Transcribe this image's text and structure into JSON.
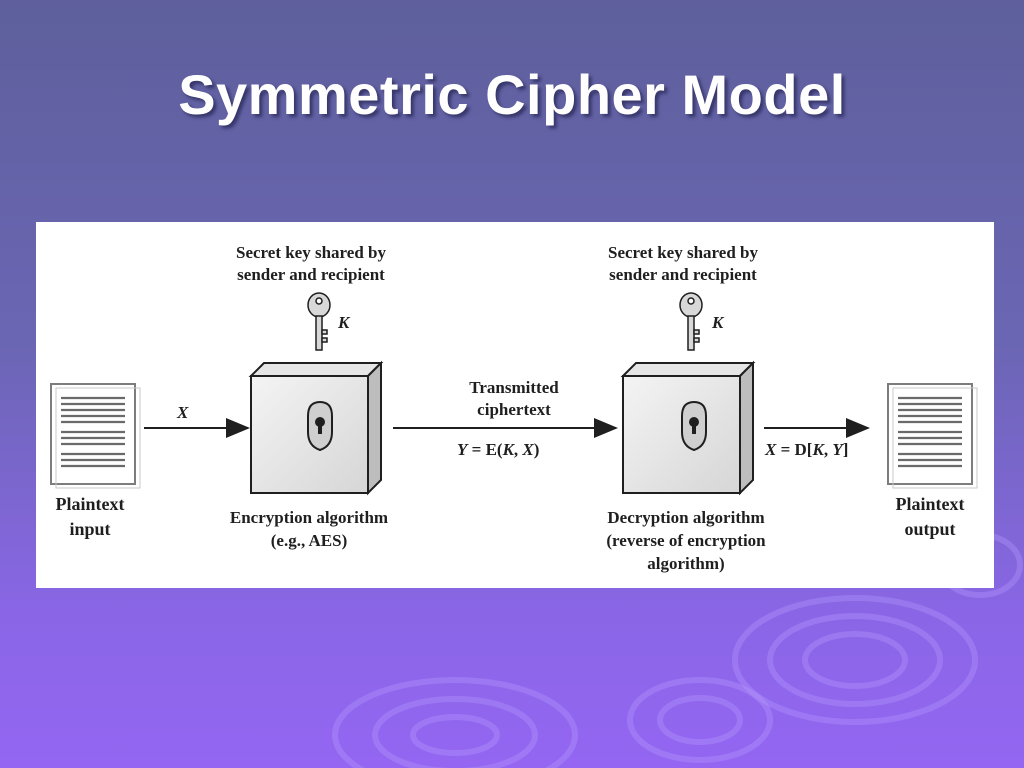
{
  "slide": {
    "title": "Symmetric Cipher Model",
    "colors": {
      "background_top": "#5e5f9c",
      "background_bottom": "#9466f2",
      "title": "#ffffff"
    }
  },
  "diagram": {
    "key_label_left": [
      "Secret key shared by",
      "sender and recipient"
    ],
    "key_label_right": [
      "Secret key shared by",
      "sender and recipient"
    ],
    "key_symbol_left": "K",
    "key_symbol_right": "K",
    "plaintext_input": [
      "Plaintext",
      "input"
    ],
    "plaintext_output": [
      "Plaintext",
      "output"
    ],
    "input_var": "X",
    "transmitted": [
      "Transmitted",
      "ciphertext"
    ],
    "cipher_eq": {
      "lhs": "Y",
      "op": " = E(",
      "k": "K",
      "sep": ", ",
      "x": "X",
      "close": ")"
    },
    "output_eq": {
      "lhs": "X",
      "op": " = D[",
      "k": "K",
      "sep": ", ",
      "y": "Y",
      "close": "]"
    },
    "encryption_label": [
      "Encryption algorithm",
      "(e.g., AES)"
    ],
    "decryption_label": [
      "Decryption algorithm",
      "(reverse of encryption",
      "algorithm)"
    ]
  }
}
